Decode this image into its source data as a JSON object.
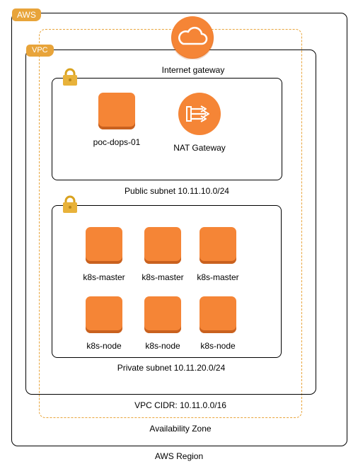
{
  "containers": {
    "region_tag": "AWS",
    "region_label": "AWS Region",
    "az_label": "Availability Zone",
    "vpc_tag": "VPC",
    "vpc_cidr": "VPC CIDR: 10.11.0.0/16",
    "public_subnet": "Public subnet 10.11.10.0/24",
    "private_subnet": "Private subnet 10.11.20.0/24"
  },
  "gateway": {
    "label": "Internet gateway",
    "icon": "cloud-icon"
  },
  "public_nodes": [
    {
      "label": "poc-dops-01",
      "icon": "ec2-instance-icon"
    },
    {
      "label": "NAT Gateway",
      "icon": "nat-gateway-icon"
    }
  ],
  "private_nodes": [
    {
      "label": "k8s-master"
    },
    {
      "label": "k8s-master"
    },
    {
      "label": "k8s-master"
    },
    {
      "label": "k8s-node"
    },
    {
      "label": "k8s-node"
    },
    {
      "label": "k8s-node"
    }
  ],
  "colors": {
    "aws_orange": "#f58536",
    "tag_orange": "#e8a43a",
    "border": "#000000"
  }
}
